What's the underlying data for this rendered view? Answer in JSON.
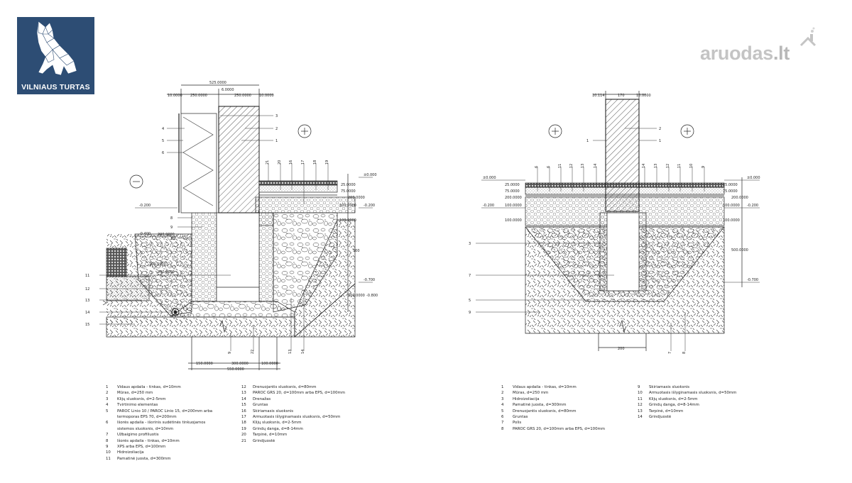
{
  "logo": {
    "text": "VILNIAUS TURTAS",
    "icon": "wolf-icon"
  },
  "brand": {
    "name": "aruodas",
    "tld": ".lt"
  },
  "left_detail": {
    "top_dims": [
      "525.0000",
      "10.0000",
      "250.0000",
      "250.0000",
      "10.0000",
      "6.0000"
    ],
    "left_callouts": [
      "4",
      "5",
      "6"
    ],
    "right_callouts": [
      "3",
      "2",
      "1"
    ],
    "floor_callouts": [
      "21",
      "20",
      "16",
      "17",
      "18",
      "19"
    ],
    "mid_callouts": [
      "8",
      "9",
      "10"
    ],
    "lower_callouts": [
      "11",
      "12",
      "13",
      "14",
      "15"
    ],
    "bottom_callouts": [
      "9",
      "22",
      "13",
      "14"
    ],
    "levels": [
      "±0.000",
      "-0.200",
      "-0.200",
      "-0.400",
      "-0.700",
      "-0.800"
    ],
    "layer_dims": [
      "25.0000",
      "75.0000",
      "200.0000",
      "100.0000",
      "100.0000",
      "300.0000",
      "100.0000"
    ],
    "misc_dims": [
      "500",
      "100.0000",
      "200.0000"
    ],
    "bottom_dims": [
      "150.0000",
      "300.0000",
      "100.0000",
      "550.0000"
    ]
  },
  "right_detail": {
    "top_dims": [
      "10.114",
      "170",
      "10.0000"
    ],
    "right_callouts": [
      "2",
      "1"
    ],
    "left_callouts": [
      "1"
    ],
    "floor_callouts_left": [
      "6",
      "6",
      "11",
      "12",
      "13",
      "14"
    ],
    "floor_callouts_right": [
      "14",
      "13",
      "12",
      "11",
      "10",
      "9"
    ],
    "side_callouts": [
      "3",
      "7",
      "5",
      "9"
    ],
    "bottom_callouts": [
      "7",
      "8"
    ],
    "levels_left": [
      "±0.000",
      "-0.200"
    ],
    "levels_right": [
      "±0.000",
      "-0.200",
      "-0.700"
    ],
    "layer_dims_left": [
      "25.0000",
      "75.0000",
      "200.0000",
      "100.0000",
      "100.0000"
    ],
    "layer_dims_right": [
      "25.0000",
      "75.0000",
      "200.0000",
      "100.0000",
      "100.0000"
    ],
    "misc_dims": [
      "500.0000"
    ],
    "bottom_dims": [
      "200"
    ]
  },
  "legend_left_a": [
    {
      "n": "1",
      "t": "Vidaus apdaila - tinkas, d=10mm"
    },
    {
      "n": "2",
      "t": "Mūras, d=250 mm"
    },
    {
      "n": "3",
      "t": "Klijų sluoksnis, d=2-5mm"
    },
    {
      "n": "4",
      "t": "Tvirtinimo elementas"
    },
    {
      "n": "5",
      "t": "PAROC Linio 10 / PAROC Linio 15, d=200mm arba\ntermoporas EPS 70, d=200mm"
    },
    {
      "n": "6",
      "t": "Išorės apdaila - išorinis sudėtinės tinkuojamos\nsistemos sluoksnis, d=10mm"
    },
    {
      "n": "7",
      "t": "Užbaigimo profiliuotis"
    },
    {
      "n": "8",
      "t": "Išorės apdaila - tinkas, d=10mm"
    },
    {
      "n": "9",
      "t": "XPS arba EPS, d=100mm"
    },
    {
      "n": "10",
      "t": "Hidroizoliacija"
    },
    {
      "n": "11",
      "t": "Pamatinė juosta, d=300mm"
    }
  ],
  "legend_left_b": [
    {
      "n": "12",
      "t": "Drenuojantis sluoksnis, d=80mm"
    },
    {
      "n": "13",
      "t": "PAROC GRS 20, d=100mm arba EPS, d=100mm"
    },
    {
      "n": "14",
      "t": "Drenažas"
    },
    {
      "n": "15",
      "t": "Gruntas"
    },
    {
      "n": "16",
      "t": "Skiriamasis sluoksnis"
    },
    {
      "n": "17",
      "t": "Armuotasis išlyginamasis sluoksnis, d=50mm"
    },
    {
      "n": "18",
      "t": "Klijų sluoksnis, d=2-5mm"
    },
    {
      "n": "19",
      "t": "Grindų danga, d=8-14mm"
    },
    {
      "n": "20",
      "t": "Tarpinė, d=10mm"
    },
    {
      "n": "21",
      "t": "Grindjuostė"
    }
  ],
  "legend_right_a": [
    {
      "n": "1",
      "t": "Vidaus apdaila - tinkas, d=10mm"
    },
    {
      "n": "2",
      "t": "Mūras, d=250 mm"
    },
    {
      "n": "3",
      "t": "Hidroizoliacija"
    },
    {
      "n": "4",
      "t": "Pamatinė juosta, d=300mm"
    },
    {
      "n": "5",
      "t": "Drenuojantis sluoksnis, d=80mm"
    },
    {
      "n": "6",
      "t": "Gruntas"
    },
    {
      "n": "7",
      "t": "Polis"
    },
    {
      "n": "8",
      "t": "PAROC GRS 20, d=100mm arba EPS, d=100mm"
    }
  ],
  "legend_right_b": [
    {
      "n": "9",
      "t": "Skiriamasis sluoksnis"
    },
    {
      "n": "10",
      "t": "Armuotasis išlyginamasis sluoksnis, d=50mm"
    },
    {
      "n": "11",
      "t": "Klijų sluoksnis, d=2-5mm"
    },
    {
      "n": "12",
      "t": "Grindų danga, d=8-14mm"
    },
    {
      "n": "13",
      "t": "Tarpinė, d=10mm"
    },
    {
      "n": "14",
      "t": "Grindjuostė"
    }
  ]
}
